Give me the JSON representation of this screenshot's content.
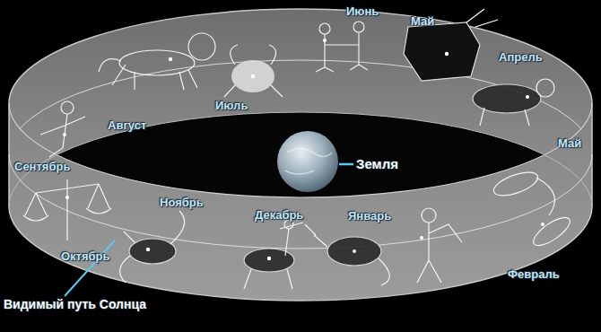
{
  "diagram": {
    "labels": [
      "Июнь",
      "Май",
      "Апрель",
      "Май",
      "Февраль",
      "Январь",
      "Декабрь",
      "Ноябрь",
      "Октябрь",
      "Сентябрь",
      "Август",
      "Июль",
      "Земля",
      "Видимый путь Солнца"
    ]
  }
}
